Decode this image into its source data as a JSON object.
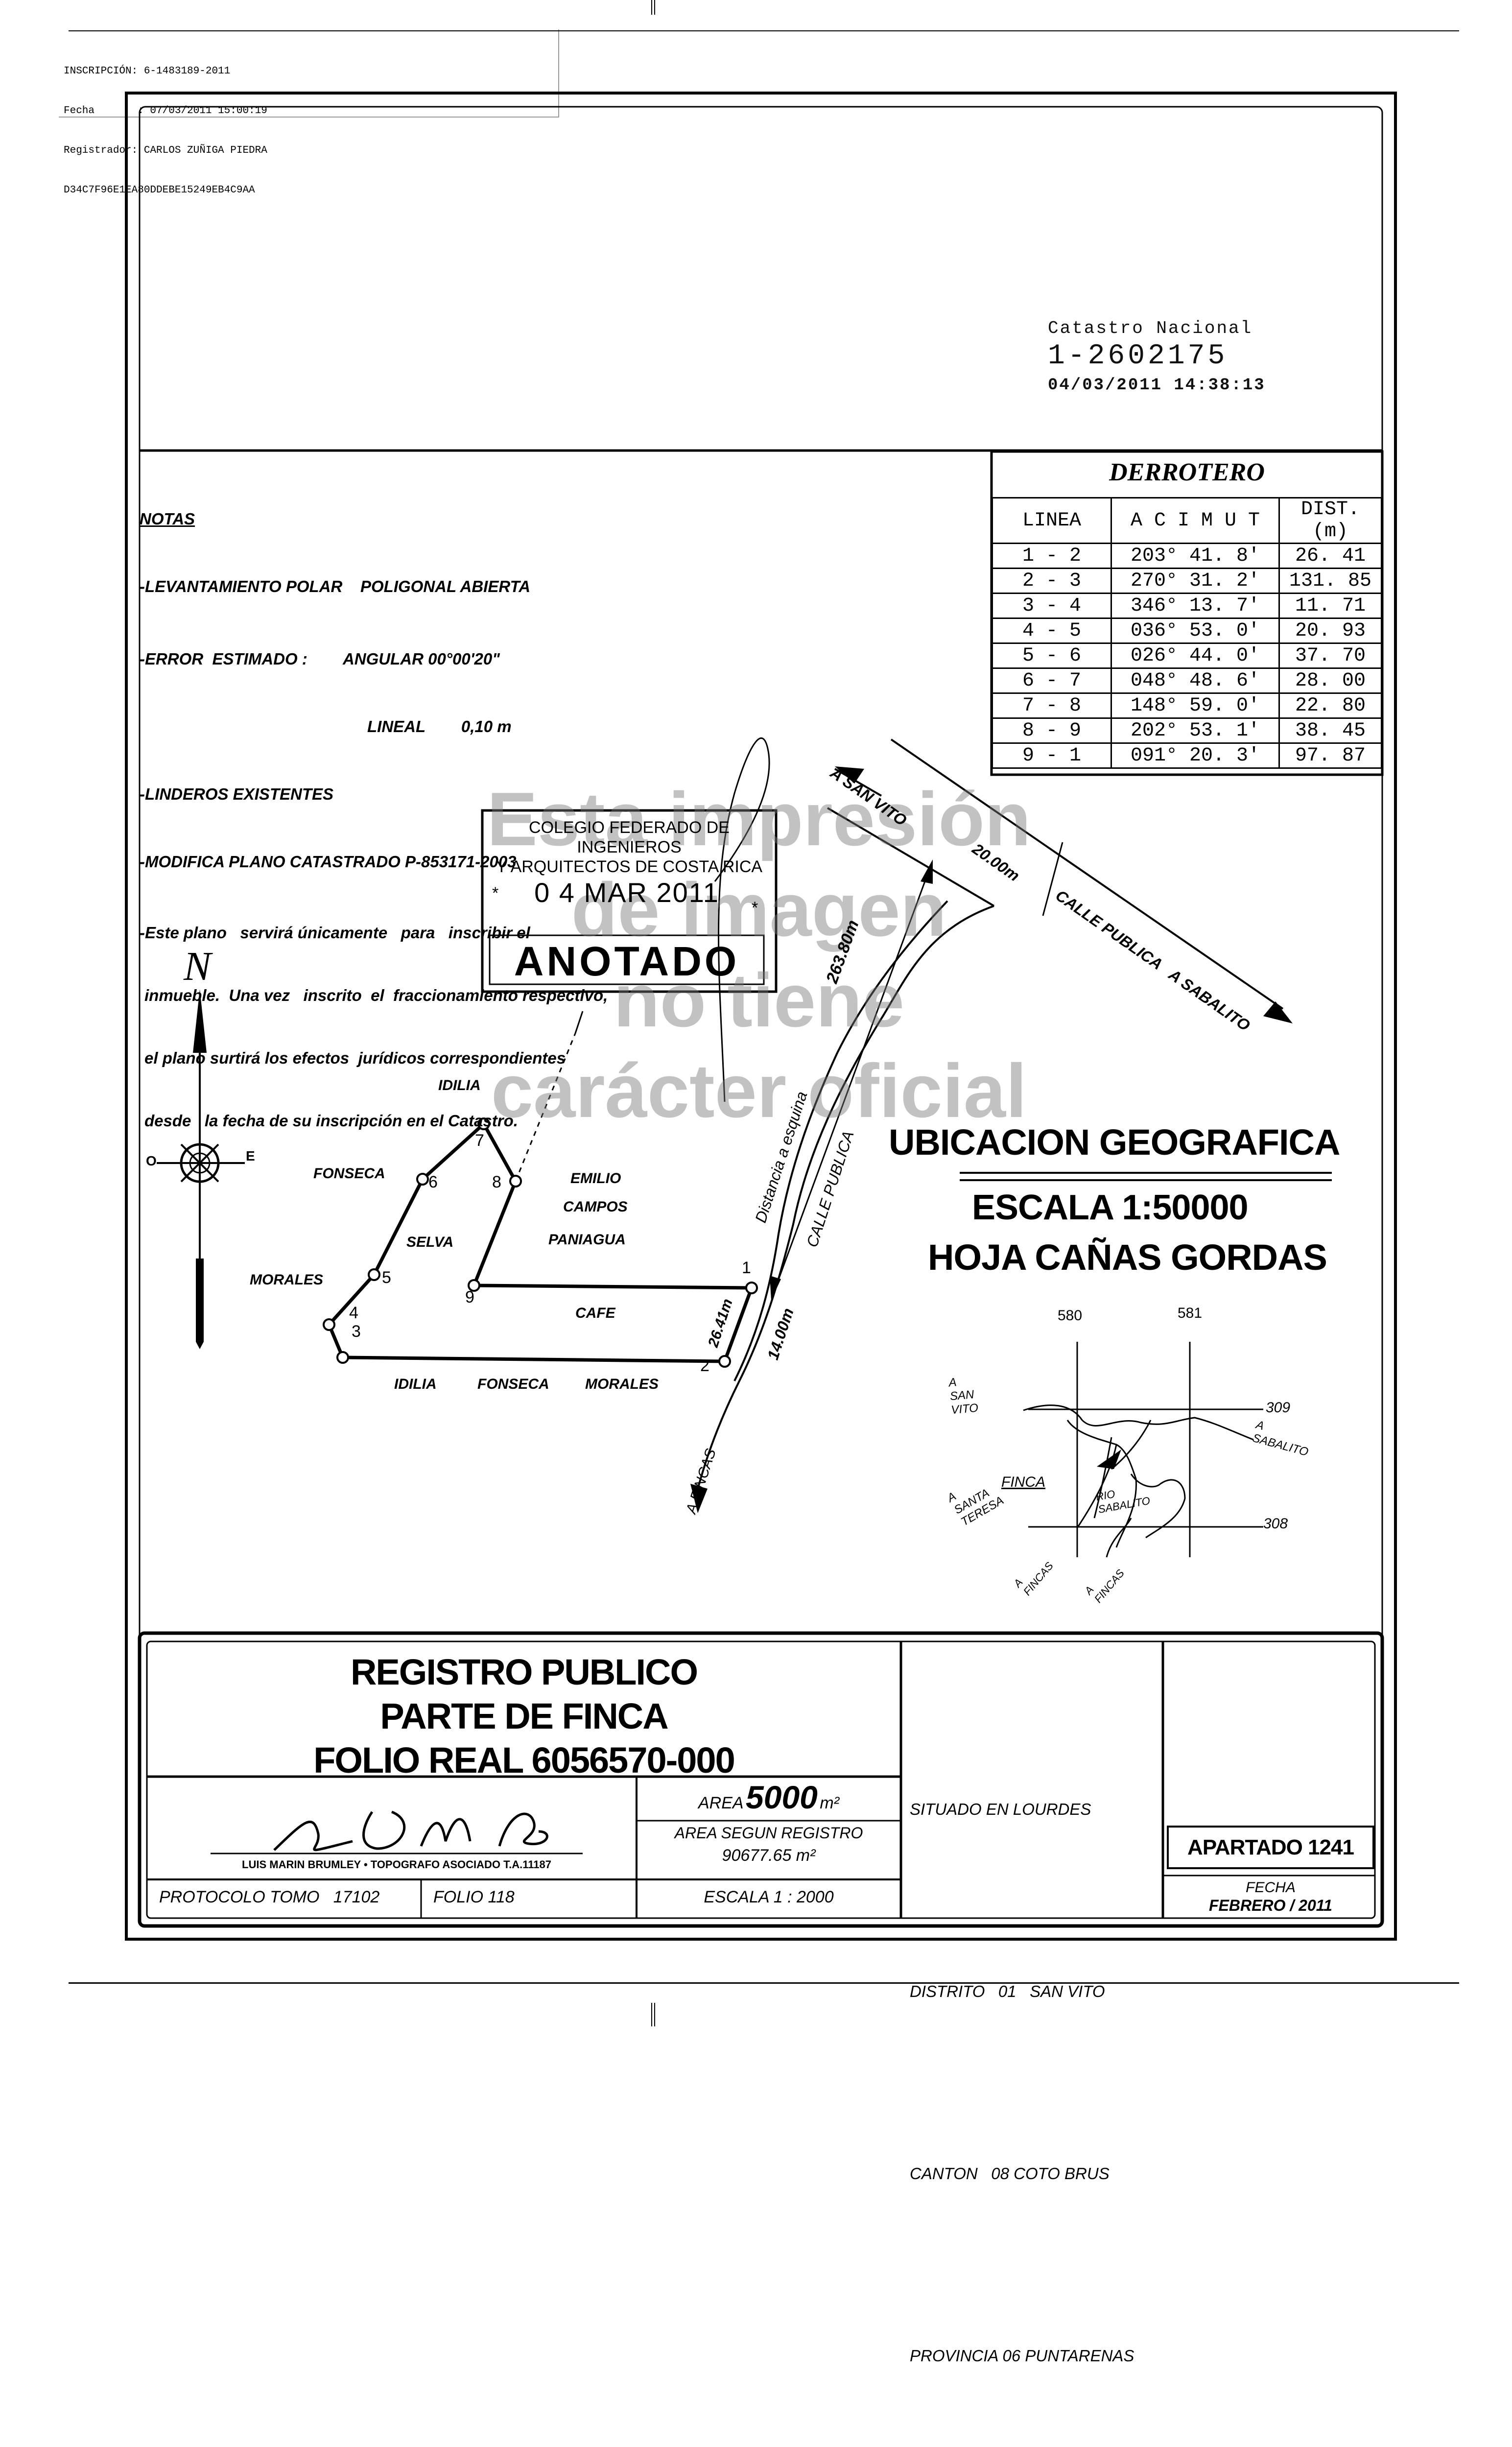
{
  "header": {
    "lines": [
      "INSCRIPCIÓN: 6-1483189-2011",
      "Fecha       : 07/03/2011 15:00:19",
      "Registrador: CARLOS ZUÑIGA PIEDRA",
      "D34C7F96E1EA80DDEBE15249EB4C9AA"
    ]
  },
  "catastro": {
    "title": "Catastro Nacional",
    "number": "1-2602175",
    "datetime": "04/03/2011 14:38:13"
  },
  "notes": {
    "title": "NOTAS",
    "lines": [
      "-LEVANTAMIENTO POLAR    POLIGONAL ABIERTA",
      "-ERROR  ESTIMADO :        ANGULAR 00°00'20\"",
      "LINEAL        0,10 m",
      "-LINDEROS EXISTENTES",
      "-MODIFICA PLANO CATASTRADO P-853171-2003",
      "-Este plano   servirá únicamente   para   inscribir el",
      "inmueble.  Una vez   inscrito  el  fraccionamiento respectivo,",
      "el plano surtirá los efectos  jurídicos correspondientes",
      "desde   la fecha de su inscripción en el Catastro."
    ]
  },
  "derrotero": {
    "title": "DERROTERO",
    "headers": [
      "LINEA",
      "A C I M U T",
      "DIST. (m)"
    ],
    "rows": [
      [
        "1 - 2",
        "203°  41. 8'",
        "26. 41"
      ],
      [
        "2 - 3",
        "270°  31. 2'",
        "131. 85"
      ],
      [
        "3 - 4",
        "346°  13. 7'",
        "11. 71"
      ],
      [
        "4 - 5",
        "036°  53. 0'",
        "20. 93"
      ],
      [
        "5 - 6",
        "026°  44. 0'",
        "37. 70"
      ],
      [
        "6 - 7",
        "048°  48. 6'",
        "28. 00"
      ],
      [
        "7 - 8",
        "148°  59. 0'",
        "22. 80"
      ],
      [
        "8 - 9",
        "202°  53. 1'",
        "38. 45"
      ],
      [
        "9 - 1",
        "091°  20. 3'",
        "97. 87"
      ]
    ]
  },
  "stamp": {
    "line1": "COLEGIO FEDERADO DE INGENIEROS",
    "line2": "Y ARQUITECTOS DE COSTA RICA",
    "date": "0 4 MAR 2011",
    "status": "ANOTADO"
  },
  "watermark": {
    "lines": [
      "Esta impresión",
      "de imagen",
      "no tiene",
      "carácter oficial"
    ]
  },
  "plan": {
    "north": "N",
    "compass_w": "O",
    "compass_e": "E",
    "neighbors": {
      "idilia_top": "IDILIA",
      "fonseca": "FONSECA",
      "morales": "MORALES",
      "selva": "SELVA",
      "emilio": "EMILIO",
      "campos": "CAMPOS",
      "paniagua": "PANIAGUA",
      "cafe": "CAFE",
      "idilia_b": "IDILIA",
      "fonseca_b": "FONSECA",
      "morales_b": "MORALES"
    },
    "vertices": [
      "1",
      "2",
      "3",
      "4",
      "5",
      "6",
      "7",
      "8",
      "9"
    ],
    "roads": {
      "a_san_vito": "A SAN VITO",
      "width": "20.00m",
      "calle_publica_sabalito": "CALLE PUBLICA   A SABALITO",
      "dist_esquina": "263.80m",
      "distancia_a_esquina": "Distancia a esquina",
      "calle_publica": "CALLE PUBLICA",
      "front_14": "14.00m",
      "side_26": "26.41m",
      "a_fincas": "A FINCAS"
    }
  },
  "ubicacion": {
    "title": "UBICACION GEOGRAFICA",
    "escala": "ESCALA 1:50000",
    "hoja": "HOJA CAÑAS GORDAS",
    "grid_580": "580",
    "grid_581": "581",
    "grid_309": "309",
    "grid_308": "308",
    "a_san_vito": "A SAN VITO",
    "a_sabalito": "A SABALITO",
    "a_santa_teresa": "A SANTA TERESA",
    "finca": "FINCA",
    "rio_sabalito": "RIO SABALITO",
    "a_fincas_1": "A FINCAS",
    "a_fincas_2": "A FINCAS"
  },
  "title_block": {
    "line1": "REGISTRO PUBLICO",
    "line2": "PARTE DE FINCA",
    "line3": "FOLIO REAL 6056570-000",
    "signature": "L. M. M. B",
    "surveyor": "LUIS MARIN BRUMLEY • TOPOGRAFO ASOCIADO T.A.11187",
    "area_label": "AREA",
    "area_value": "5000",
    "area_unit": "m²",
    "area_reg_label": "AREA SEGUN REGISTRO",
    "area_reg_value": "90677.65  m²",
    "protocolo": "PROTOCOLO TOMO   17102",
    "folio": "FOLIO 118",
    "escala": "ESCALA 1 : 2000",
    "situado": "SITUADO EN LOURDES",
    "distrito": "DISTRITO   01   SAN VITO",
    "canton": "CANTON   08 COTO BRUS",
    "provincia": "PROVINCIA 06 PUNTARENAS",
    "apartado": "APARTADO 1241",
    "fecha_label": "FECHA",
    "fecha_value": "FEBRERO / 2011"
  }
}
